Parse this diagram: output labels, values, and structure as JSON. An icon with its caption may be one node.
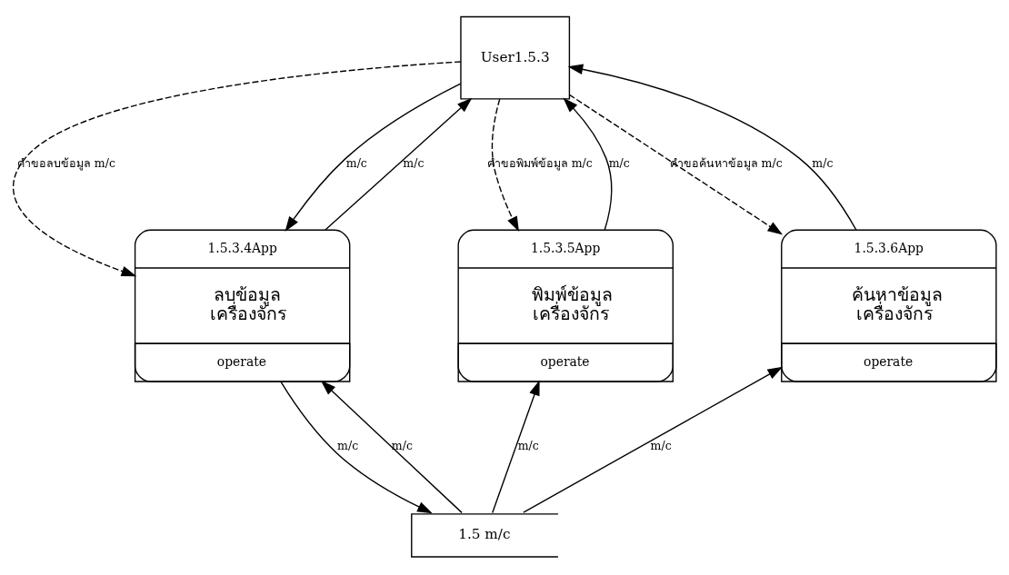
{
  "diagram": {
    "nodes": [
      {
        "text": [
          "User1.5.3"
        ]
      },
      {
        "text": [
          "1.5.3.4App",
          "ลบข้อมูล เครื่องจักร",
          "operate"
        ]
      },
      {
        "text": [
          "1.5.3.5App",
          "พิมพ์ข้อมูล เครื่องจักร",
          "operate"
        ]
      },
      {
        "text": [
          "1.5.3.6App",
          "ค้นหาข้อมูล เครื่องจักร",
          "operate"
        ]
      },
      {
        "text": [
          "1.5 m/c"
        ]
      }
    ],
    "edges": [
      {
        "from": 0,
        "to": 1,
        "arrow": "to",
        "label": "คำขอลบข้อมูล m/c",
        "style": "dashed"
      },
      {
        "from": 1,
        "to": 0,
        "arrow": "to",
        "label": "m/c"
      },
      {
        "from": 0,
        "to": 1,
        "arrow": "to",
        "label": "m/c"
      },
      {
        "from": 0,
        "to": 2,
        "arrow": "to",
        "label": "คำขอพิมพ์ข้อมูล m/c",
        "style": "dashed"
      },
      {
        "from": 2,
        "to": 0,
        "arrow": "to",
        "label": "m/c"
      },
      {
        "from": 0,
        "to": 3,
        "arrow": "to",
        "label": "คำขอค้นหาข้อมูล m/c",
        "style": "dashed"
      },
      {
        "from": 3,
        "to": 0,
        "arrow": "to",
        "label": "m/c"
      },
      {
        "from": 4,
        "to": 1,
        "arrow": "to",
        "label": "m/c"
      },
      {
        "from": 1,
        "to": 4,
        "arrow": "to",
        "label": "m/c"
      },
      {
        "from": 4,
        "to": 2,
        "arrow": "to",
        "label": "m/c"
      },
      {
        "from": 4,
        "to": 3,
        "arrow": "to",
        "label": "m/c"
      }
    ]
  }
}
